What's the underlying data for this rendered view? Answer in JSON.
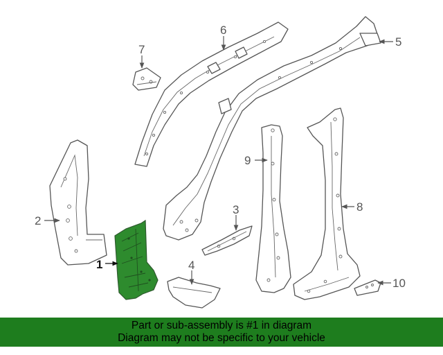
{
  "callouts": [
    "1",
    "2",
    "3",
    "4",
    "5",
    "6",
    "7",
    "8",
    "9",
    "10"
  ],
  "highlight_color": "#2e8b2e",
  "banner": {
    "line1": "Part or sub-assembly is #1 in diagram",
    "line2": "Diagram may not be specific to your vehicle",
    "background": "#1e7d1e"
  }
}
